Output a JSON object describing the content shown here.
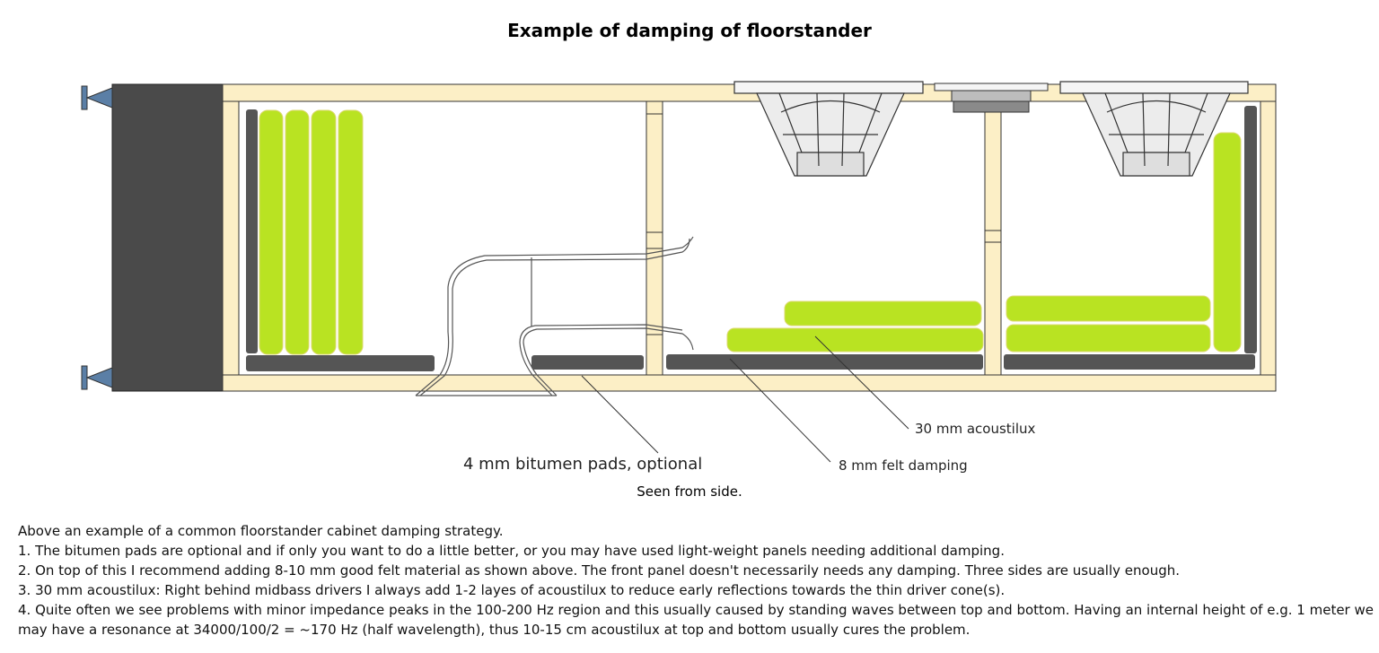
{
  "title": "Example of damping of floorstander",
  "labels": {
    "acoustilux": "30 mm acoustilux",
    "felt": "8 mm felt damping",
    "bitumen": "4 mm bitumen pads, optional"
  },
  "caption": "Seen from side.",
  "colors": {
    "wood": "#fcefc6",
    "wood_outline": "#333333",
    "damping_green": "#b9e322",
    "felt_grey": "#555555",
    "front_baffle": "#4a4a4a",
    "spike_blue": "#5b7fa6"
  },
  "icons": [
    "spike-icon",
    "midbass-driver-icon",
    "tweeter-icon",
    "bass-reflex-port-icon"
  ],
  "body": {
    "intro": "Above an example of a common floorstander cabinet damping strategy.",
    "item1": "1. The bitumen pads are optional and if only you want to do a little better, or you may have used light-weight panels needing additional damping.",
    "item2": "2. On top of this I recommend adding 8-10 mm good felt material as shown above. The front panel doesn't necessarily needs any damping. Three sides are usually enough.",
    "item3": "3. 30 mm acoustilux: Right behind midbass drivers I always add 1-2 layes of acoustilux to reduce early reflections towards the thin driver cone(s).",
    "item4": "4. Quite often we see problems with minor impedance peaks in the 100-200 Hz region and this usually caused by standing waves between top and bottom. Having an internal height of e.g. 1 meter we may have a resonance at 34000/100/2 = ~170 Hz (half wavelength), thus 10-15 cm acoustilux at top and bottom usually cures the problem."
  }
}
